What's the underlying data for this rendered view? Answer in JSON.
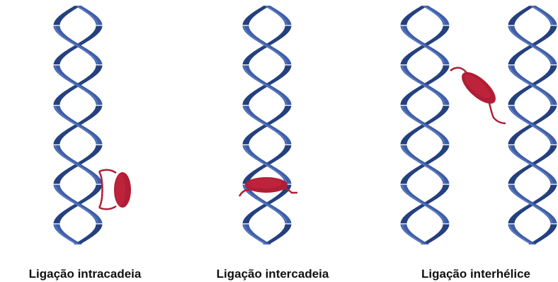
{
  "labels": {
    "intrastrand": "Ligação intracadeia",
    "interstrand": "Ligação intercadeia",
    "interhelix": "Ligação interhélice"
  },
  "colors": {
    "helix_front": "#3d5ea8",
    "helix_back": "#24407f",
    "helix_highlight": "#6b88c7",
    "adduct": "#b01e35",
    "adduct_dark": "#8c1428",
    "text": "#111111"
  },
  "icons": {
    "helix": "dna-double-helix-icon",
    "adduct": "crosslinking-adduct-icon"
  }
}
